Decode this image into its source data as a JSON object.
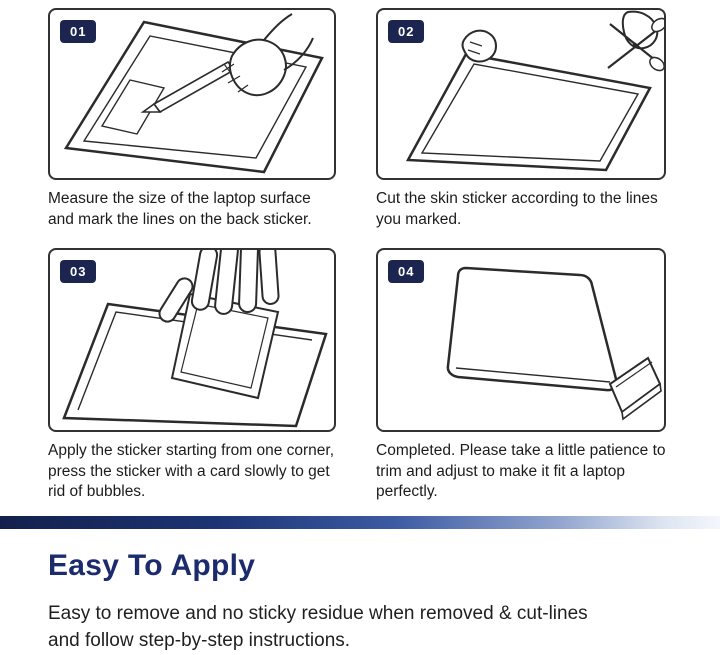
{
  "steps": [
    {
      "number": "01",
      "caption": "Measure the size of the laptop surface and mark the lines on the back sticker.",
      "illustration": "measure-and-mark-laptop"
    },
    {
      "number": "02",
      "caption": "Cut the skin sticker according to the lines you marked.",
      "illustration": "cut-sticker-with-scissors"
    },
    {
      "number": "03",
      "caption": "Apply the sticker starting from one corner, press the sticker with a card slowly to get rid of bubbles.",
      "illustration": "apply-sticker-press-with-card"
    },
    {
      "number": "04",
      "caption": "Completed. Please take a little patience to trim and adjust to make it fit a laptop perfectly.",
      "illustration": "completed-laptop"
    }
  ],
  "footer": {
    "heading": "Easy To Apply",
    "description": "Easy to remove and no sticky residue when removed & cut-lines and follow step-by-step instructions."
  },
  "colors": {
    "badge_navy": "#1b2550",
    "heading_navy": "#1b2b6e",
    "line_ink": "#2b2b2b",
    "divider_gradient_start": "#13204d",
    "divider_gradient_end": "#f4f6fb"
  }
}
